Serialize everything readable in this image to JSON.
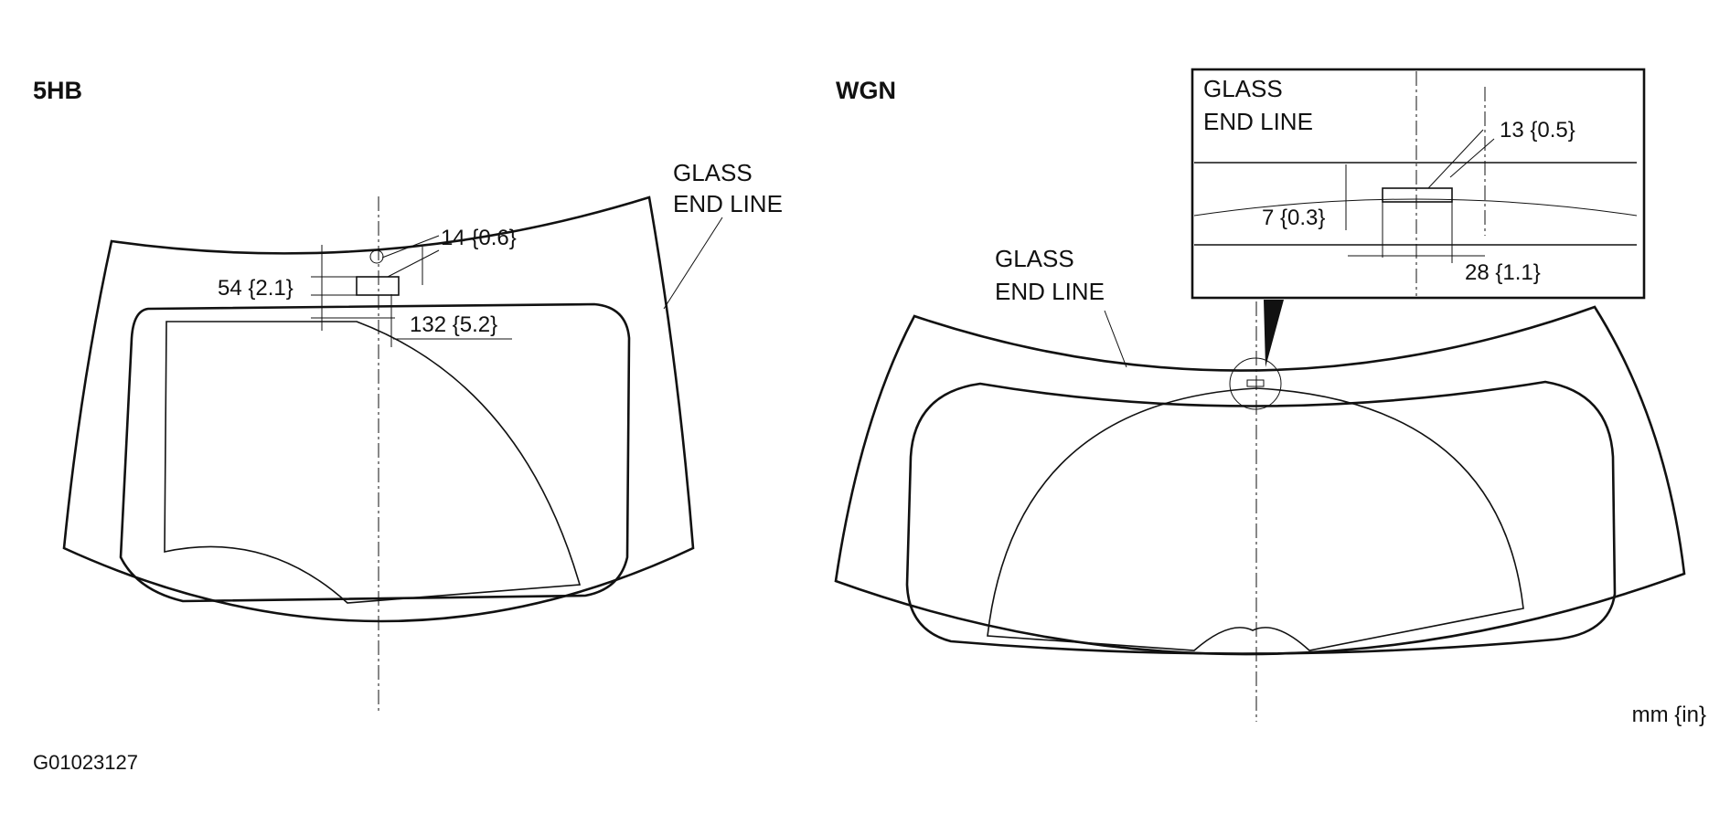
{
  "figure_code": "G01023127",
  "unit_note": "mm {in}",
  "hatchback": {
    "title": "5HB",
    "glass_end_line": [
      "GLASS",
      "END LINE"
    ],
    "dims": [
      "14 {0.6}",
      "54 {2.1}",
      "132 {5.2}"
    ]
  },
  "wagon": {
    "title": "WGN",
    "glass_end_line": [
      "GLASS",
      "END LINE"
    ],
    "inset": {
      "glass_end_line": [
        "GLASS",
        "END LINE"
      ],
      "dims": [
        "13 {0.5}",
        "7 {0.3}",
        "28 {1.1}"
      ]
    }
  }
}
